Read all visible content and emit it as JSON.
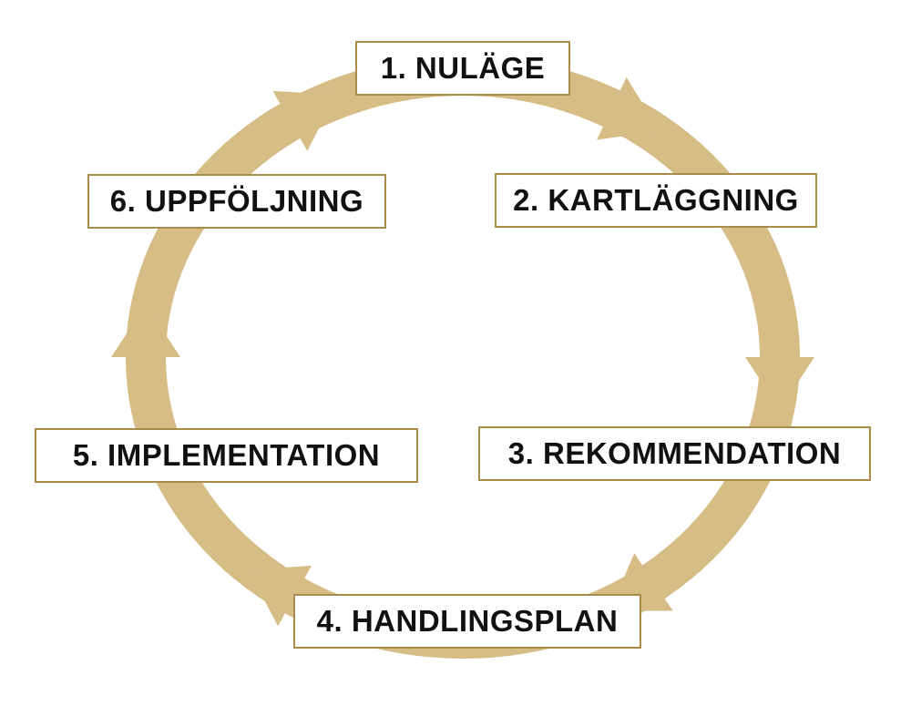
{
  "colors": {
    "ring": "#d6bd86",
    "box_border": "#a98c4b",
    "text": "#111111",
    "background": "#ffffff"
  },
  "steps": [
    {
      "label": "1. NULÄGE"
    },
    {
      "label": "2. KARTLÄGGNING"
    },
    {
      "label": "3. REKOMMENDATION"
    },
    {
      "label": "4. HANDLINGSPLAN"
    },
    {
      "label": "5. IMPLEMENTATION"
    },
    {
      "label": "6. UPPFÖLJNING"
    }
  ],
  "flow_direction": "clockwise"
}
